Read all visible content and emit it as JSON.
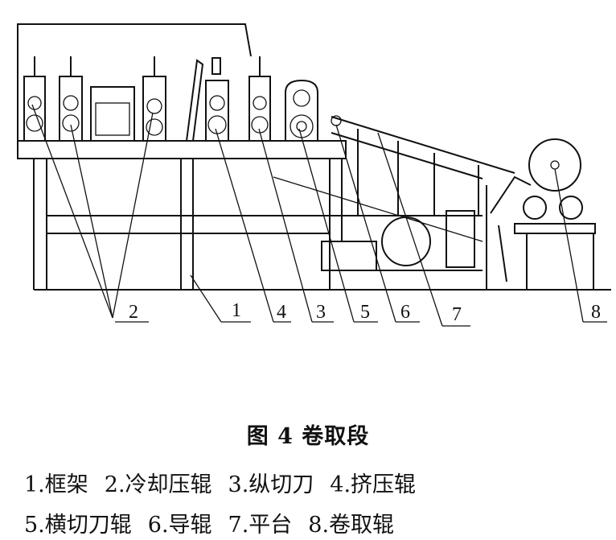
{
  "figure": {
    "callouts": [
      "1",
      "2",
      "3",
      "4",
      "5",
      "6",
      "7",
      "8"
    ],
    "caption": "图 4  卷取段",
    "legend_row1": [
      "1.框架",
      "2.冷却压辊",
      "3.纵切刀",
      "4.挤压辊"
    ],
    "legend_row2": [
      "5.横切刀辊",
      "6.导辊",
      "7.平台",
      "8.卷取辊"
    ]
  }
}
